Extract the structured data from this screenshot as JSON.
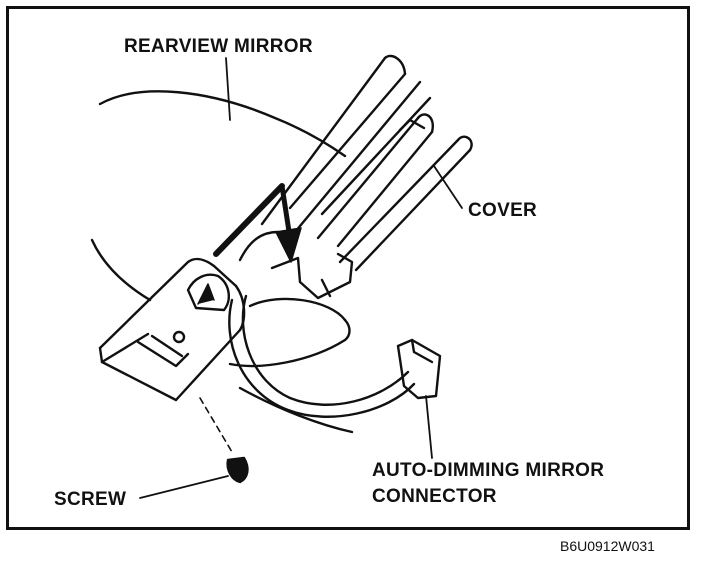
{
  "labels": {
    "rearview_mirror": "REARVIEW MIRROR",
    "cover": "COVER",
    "screw": "SCREW",
    "connector_line1": "AUTO-DIMMING MIRROR",
    "connector_line2": "CONNECTOR"
  },
  "figure_code": "B6U0912W031",
  "colors": {
    "ink": "#111111",
    "paper": "#ffffff"
  }
}
